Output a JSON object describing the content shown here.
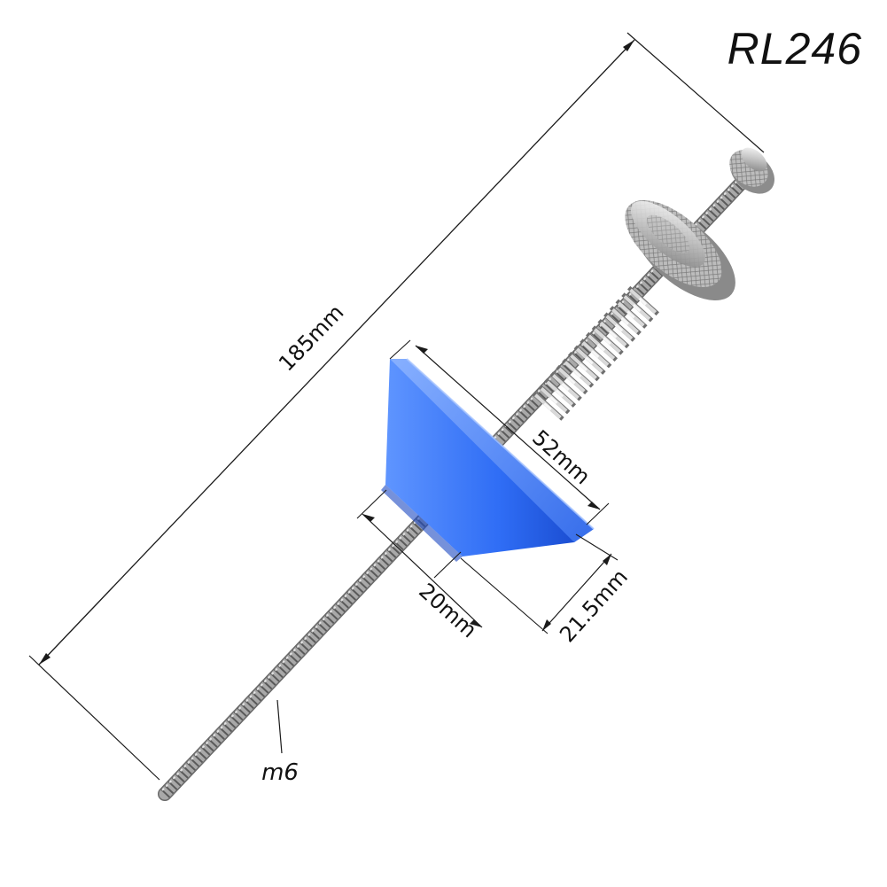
{
  "product": {
    "model_code": "RL246",
    "part_color": "#2f6df5"
  },
  "dimensions": {
    "overall_length": "185mm",
    "flange_width": "52mm",
    "bottom_width": "20mm",
    "height": "21.5mm",
    "thread": "m6"
  }
}
